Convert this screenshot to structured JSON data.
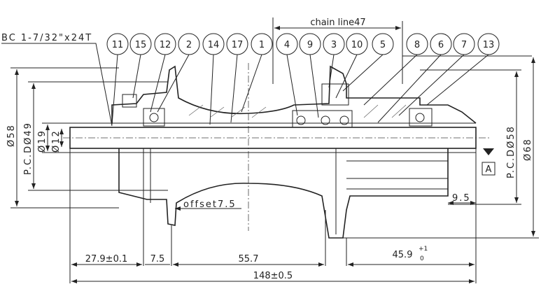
{
  "thread_label": "BC 1-7/32\"x24T",
  "chain_line_label": "chain line47",
  "balloons": [
    "11",
    "15",
    "12",
    "2",
    "14",
    "17",
    "1",
    "4",
    "9",
    "3",
    "10",
    "5",
    "8",
    "6",
    "7",
    "13"
  ],
  "left_diameters": {
    "outer": "Ø58",
    "pcd": "P.C.DØ49",
    "d19": "Ø19",
    "d12": "Ø12"
  },
  "right_diameters": {
    "pcd": "P.C.DØ58",
    "outer": "Ø68"
  },
  "datum": "A",
  "dims": {
    "left_flange": "27.9±0.1",
    "flange_width": "7.5",
    "center": "55.7",
    "right": "45.9",
    "right_tol_upper": "+1",
    "right_tol_lower": "0",
    "overall": "148±0.5",
    "offset": "offset7.5",
    "cassette_end": "9.5"
  }
}
